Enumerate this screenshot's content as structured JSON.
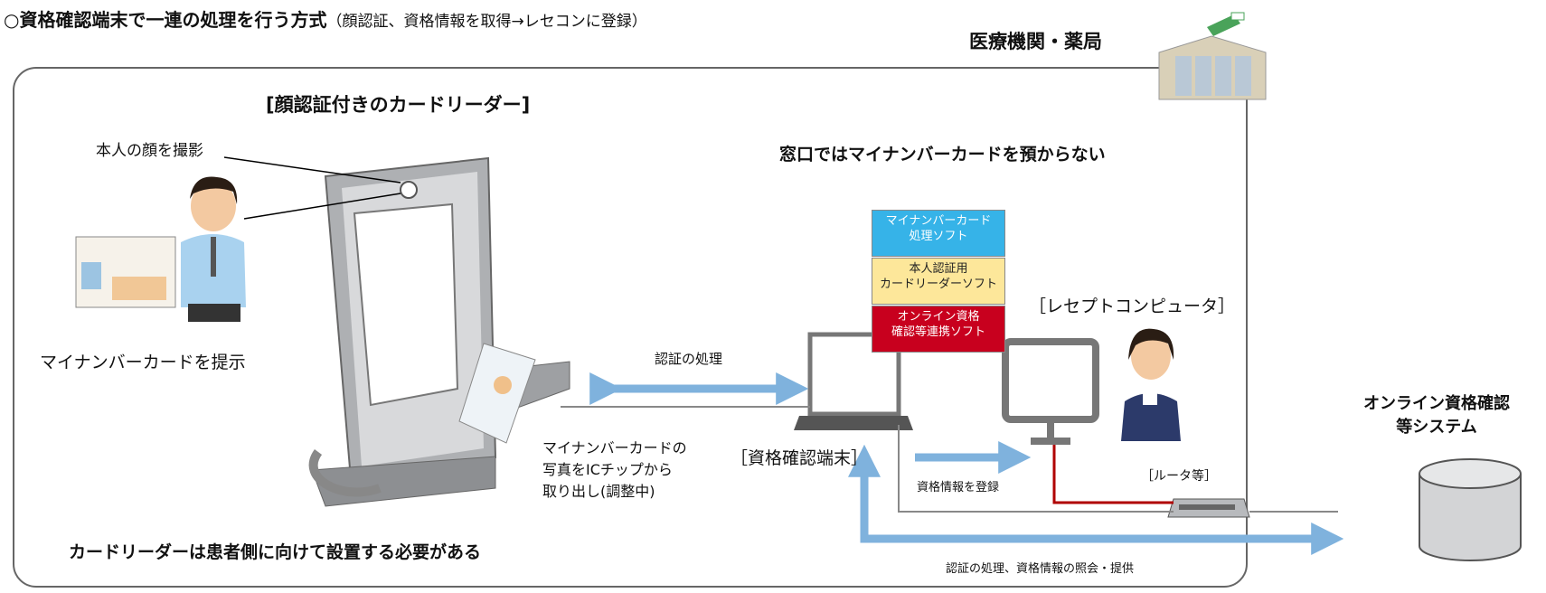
{
  "header": {
    "title_main": "○資格確認端末で一連の処理を行う方式",
    "title_sub": "（顔認証、資格情報を取得→レセコンに登録）",
    "facility": "医療機関・薬局"
  },
  "reader": {
    "heading": "[顔認証付きのカードリーダー]",
    "face_capture": "本人の顔を撮影",
    "present_card": "マイナンバーカードを提示",
    "photo_extract_1": "マイナンバーカードの",
    "photo_extract_2": "写真をICチップから",
    "photo_extract_3": "取り出し(調整中)",
    "placement_note": "カードリーダーは患者側に向けて設置する必要がある"
  },
  "counter_note": "窓口ではマイナンバーカードを預からない",
  "software": [
    {
      "line1": "マイナンバーカード",
      "line2": "処理ソフト",
      "color": "#36b3e8"
    },
    {
      "line1": "本人認証用",
      "line2": "カードリーダーソフト",
      "color": "#fde79a"
    },
    {
      "line1": "オンライン資格",
      "line2": "確認等連携ソフト",
      "color": "#c8001e"
    }
  ],
  "terminal": {
    "label": "［資格確認端末］",
    "auth_process": "認証の処理",
    "register": "資格情報を登録"
  },
  "receipt_computer": "［レセプトコンピュータ］",
  "router": "［ルータ等］",
  "system": {
    "line1": "オンライン資格確認",
    "line2": "等システム",
    "bottom_flow": "認証の処理、資格情報の照会・提供"
  },
  "colors": {
    "arrow": "#7fb2dd",
    "frame": "#666666",
    "red_line": "#b00000"
  }
}
